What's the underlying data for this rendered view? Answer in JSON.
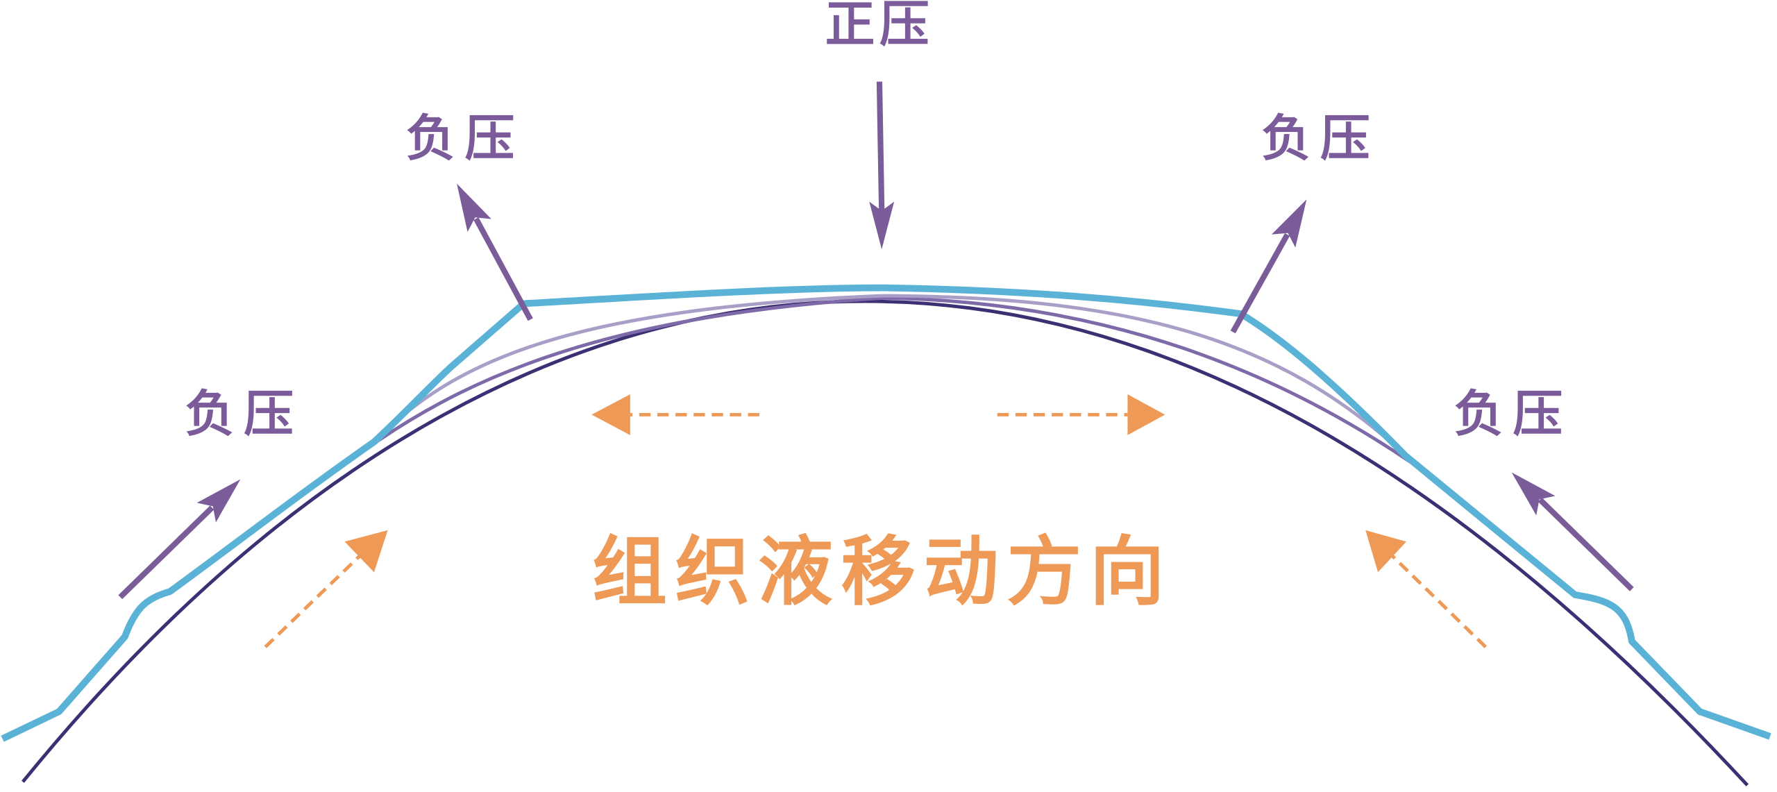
{
  "labels": {
    "positive_pressure": "正压",
    "negative_pressure_top_left": "负压",
    "negative_pressure_top_right": "负压",
    "negative_pressure_left": "负压",
    "negative_pressure_right": "负压",
    "fluid_direction": "组织液移动方向"
  },
  "colors": {
    "label_purple": "#7b5b99",
    "arrow_purple": "#7a5c98",
    "orange": "#ee9955",
    "lens_blue": "#5ab3d6",
    "cornea_navy": "#3d2f73",
    "tear_light": "#a99ec7",
    "tear_medium": "#7e6aa8"
  }
}
